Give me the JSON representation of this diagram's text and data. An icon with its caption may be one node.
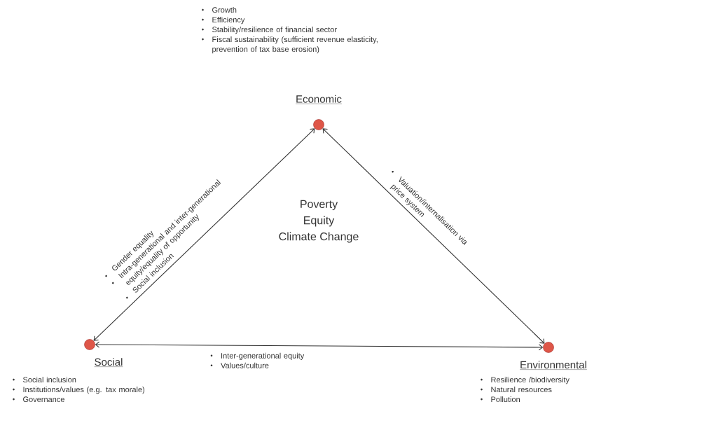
{
  "diagram": {
    "nodes": [
      {
        "text": [
          "Economic"
        ],
        "beside": [
          "Growth",
          "Efficiency",
          "Stability/resilience of financial sector",
          "Fiscal sustainability (sufficient revenue elasticity, prevention of tax base erosion)"
        ]
      },
      {
        "text": [
          "Social"
        ],
        "beside": [
          "Social inclusion",
          "Institutions/values (e.g. tax morale)",
          "Governance"
        ]
      },
      {
        "text": [
          "Environmental"
        ],
        "beside": [
          "Resilience /biodiversity",
          "Natural resources",
          "Pollution"
        ]
      }
    ],
    "edges": [
      {
        "from": 1,
        "to": 0,
        "arrow": "both",
        "label": [
          "Gender equality",
          "Intra-generational and inter-generational equity/equality of opportunity",
          "Social inclusion"
        ]
      },
      {
        "from": 0,
        "to": 2,
        "arrow": "both",
        "label": [
          "Valuation/internalisation via price system"
        ]
      },
      {
        "from": 1,
        "to": 2,
        "arrow": "both",
        "label": [
          "Inter-generational equity",
          "Values/culture"
        ]
      }
    ],
    "labels": [
      "Poverty",
      "Equity",
      "Climate Change"
    ]
  }
}
